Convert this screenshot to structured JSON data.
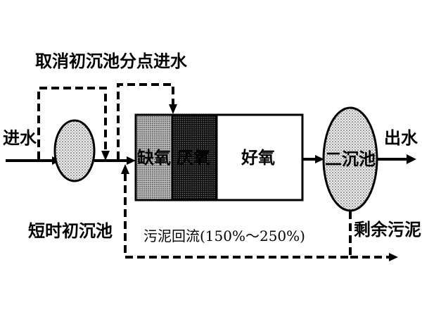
{
  "diagram": {
    "labels": {
      "inflow": "进水",
      "outflow": "出水",
      "bypass_primary": "取消初沉池",
      "step_feed": "分点进水",
      "short_primary": "短时初沉池",
      "anoxic": "缺氧",
      "anaerobic": "厌氧",
      "aerobic": "好氧",
      "secondary_clarifier": "二沉池",
      "sludge_return": "污泥回流(150%～250%)",
      "excess_sludge": "剩余污泥"
    },
    "colors": {
      "line": "#000000",
      "anoxic_fill": "#b9b9b9",
      "anaerobic_fill": "#1e1e1e",
      "aerobic_fill": "#ffffff",
      "tank_fill": "#d8d8d8"
    }
  }
}
